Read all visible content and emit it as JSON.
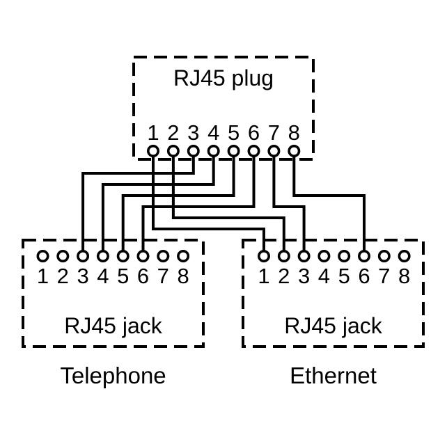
{
  "plug": {
    "label": "RJ45 plug",
    "pins": [
      "1",
      "2",
      "3",
      "4",
      "5",
      "6",
      "7",
      "8"
    ]
  },
  "jacks": [
    {
      "id": "telephone",
      "label": "RJ45 jack",
      "caption": "Telephone",
      "pins": [
        "1",
        "2",
        "3",
        "4",
        "5",
        "6",
        "7",
        "8"
      ]
    },
    {
      "id": "ethernet",
      "label": "RJ45 jack",
      "caption": "Ethernet",
      "pins": [
        "1",
        "2",
        "3",
        "4",
        "5",
        "6",
        "7",
        "8"
      ]
    }
  ],
  "connections": [
    {
      "from_plug_pin": "1",
      "to_jack": "ethernet",
      "to_jack_pin": "1"
    },
    {
      "from_plug_pin": "2",
      "to_jack": "ethernet",
      "to_jack_pin": "2"
    },
    {
      "from_plug_pin": "3",
      "to_jack": "telephone",
      "to_jack_pin": "3"
    },
    {
      "from_plug_pin": "4",
      "to_jack": "telephone",
      "to_jack_pin": "4"
    },
    {
      "from_plug_pin": "5",
      "to_jack": "telephone",
      "to_jack_pin": "5"
    },
    {
      "from_plug_pin": "6",
      "to_jack": "telephone",
      "to_jack_pin": "6"
    },
    {
      "from_plug_pin": "7",
      "to_jack": "ethernet",
      "to_jack_pin": "3"
    },
    {
      "from_plug_pin": "8",
      "to_jack": "ethernet",
      "to_jack_pin": "6"
    }
  ],
  "colors": {
    "line": "#000000",
    "background": "#ffffff"
  }
}
